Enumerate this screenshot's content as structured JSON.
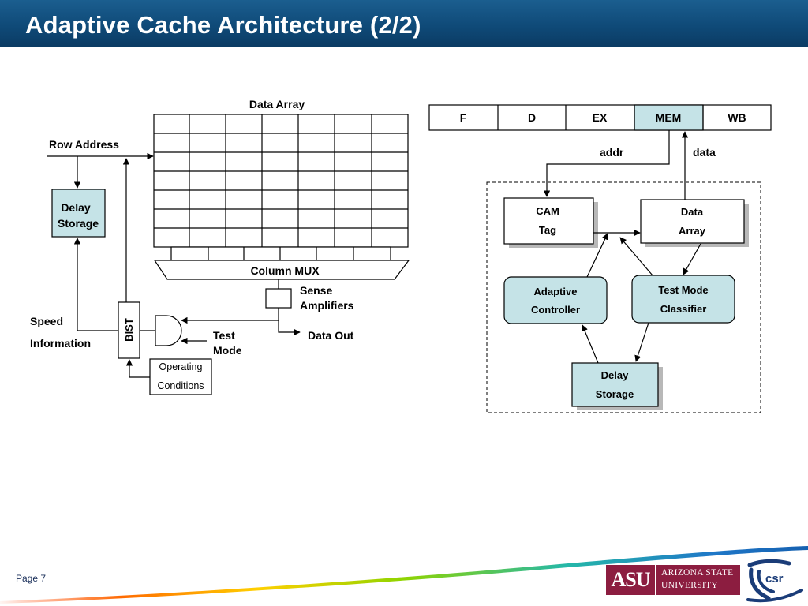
{
  "slide": {
    "title": "Adaptive Cache Architecture (2/2)",
    "page_label": "Page 7"
  },
  "left_diagram": {
    "data_array_label": "Data Array",
    "row_address_label": "Row Address",
    "delay_storage_line1": "Delay",
    "delay_storage_line2": "Storage",
    "column_mux_label": "Column MUX",
    "sense_line1": "Sense",
    "sense_line2": "Amplifiers",
    "data_out_label": "Data Out",
    "bist_label": "BIST",
    "speed_line1": "Speed",
    "speed_line2": "Information",
    "test_mode_line1": "Test",
    "test_mode_line2": "Mode",
    "operating_line1": "Operating",
    "operating_line2": "Conditions"
  },
  "right_diagram": {
    "pipeline_stages": [
      "F",
      "D",
      "EX",
      "MEM",
      "WB"
    ],
    "highlight_stage": "MEM",
    "addr_label": "addr",
    "data_label": "data",
    "cam_line1": "CAM",
    "cam_line2": "Tag",
    "data_array_line1": "Data",
    "data_array_line2": "Array",
    "adaptive_line1": "Adaptive",
    "adaptive_line2": "Controller",
    "classifier_line1": "Test Mode",
    "classifier_line2": "Classifier",
    "delay_line1": "Delay",
    "delay_line2": "Storage"
  },
  "logos": {
    "asu_mark": "ASU",
    "asu_name_line1": "ARIZONA STATE",
    "asu_name_line2": "UNIVERSITY",
    "csr_mark": "csr"
  },
  "colors": {
    "title_bar": "#0f4a78",
    "box_fill": "#c5e3e7",
    "asu_maroon": "#8c1d40",
    "csr_navy": "#1a3c78"
  }
}
